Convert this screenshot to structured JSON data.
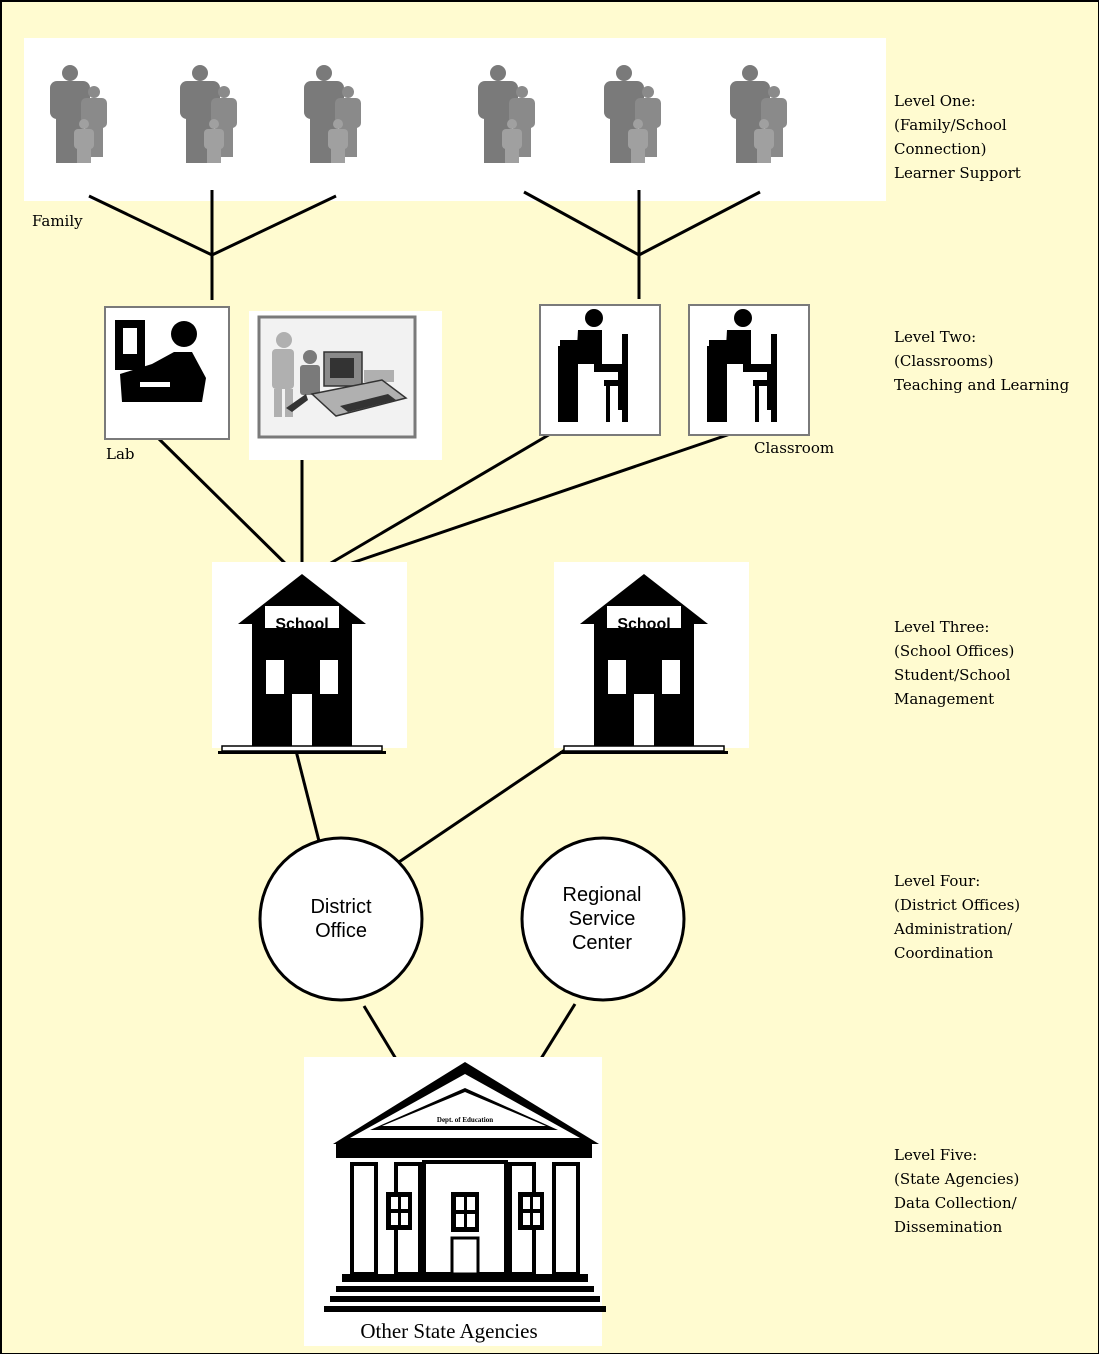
{
  "levels": [
    {
      "name": "Level One:",
      "lines": [
        "(Family/School",
        "Connection)",
        "Learner Support"
      ]
    },
    {
      "name": "Level Two:",
      "lines": [
        "(Classrooms)",
        "Teaching and Learning"
      ]
    },
    {
      "name": "Level Three:",
      "lines": [
        "(School Offices)",
        "Student/School",
        "Management"
      ]
    },
    {
      "name": "Level Four:",
      "lines": [
        "(District Offices)",
        "Administration/",
        "Coordination"
      ]
    },
    {
      "name": "Level Five:",
      "lines": [
        "(State Agencies)",
        "Data Collection/",
        "Dissemination"
      ]
    }
  ],
  "labels": {
    "family": "Family",
    "lab": "Lab",
    "classroom": "Classroom",
    "other_state_agencies": "Other State Agencies"
  },
  "school_sign": "School",
  "district_office": [
    "District",
    "Office"
  ],
  "regional_service_center": [
    "Regional",
    "Service",
    "Center"
  ],
  "state_building_sign": "Dept. of Education",
  "colors": {
    "background": "#fffbd0",
    "icon_panel": "#ffffff",
    "icon_gray": "#7a7a7a",
    "icon_light_gray": "#b0b0b0",
    "line": "#000000"
  }
}
